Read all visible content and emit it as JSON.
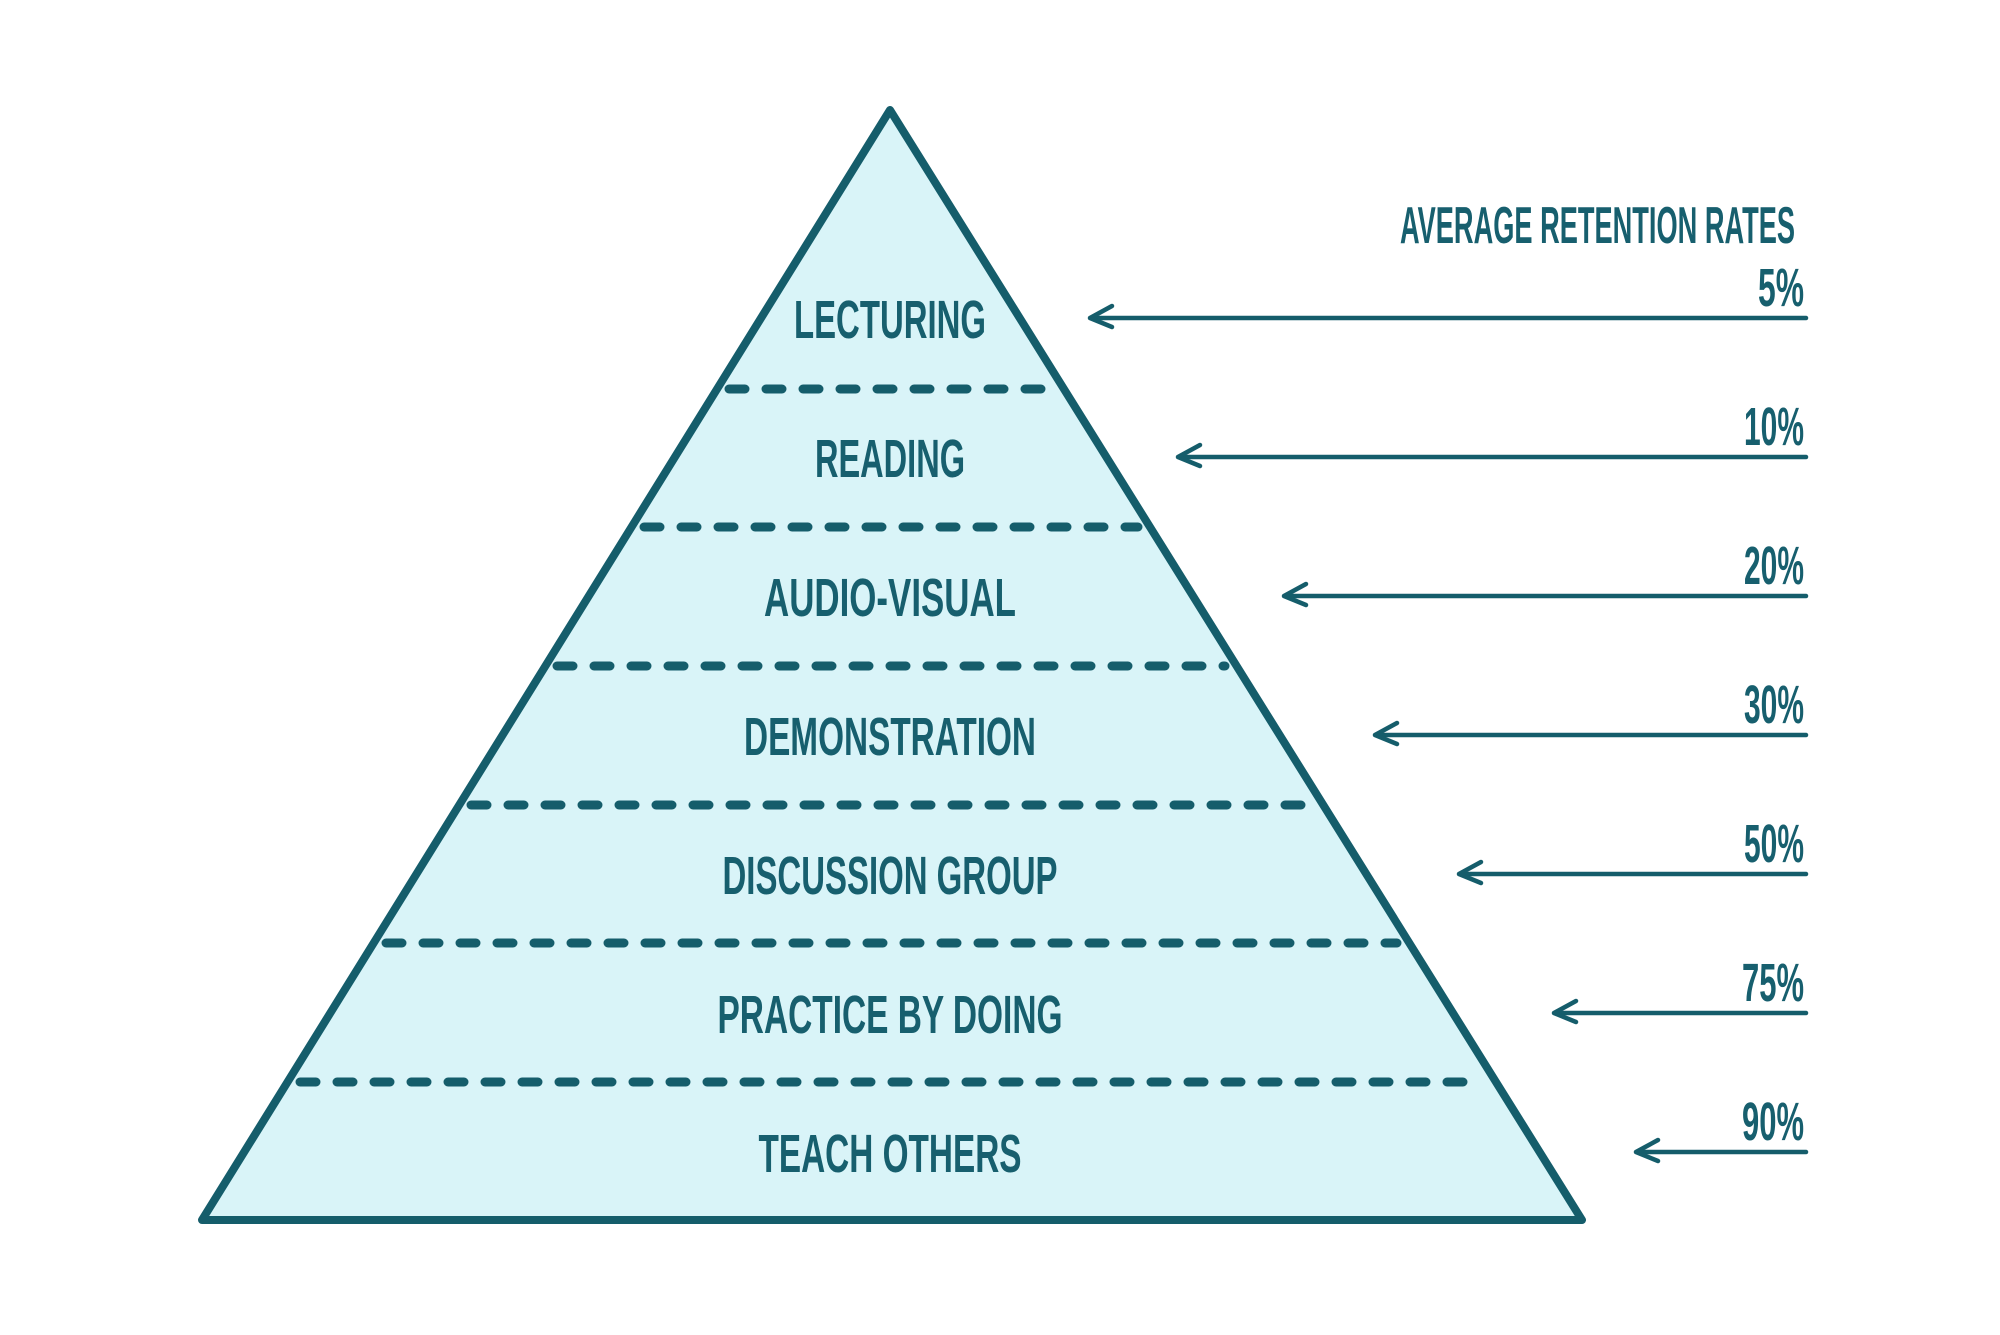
{
  "title": "AVERAGE RETENTION RATES",
  "levels": [
    {
      "label": "LECTURING",
      "rate": "5%"
    },
    {
      "label": "READING",
      "rate": "10%"
    },
    {
      "label": "AUDIO-VISUAL",
      "rate": "20%"
    },
    {
      "label": "DEMONSTRATION",
      "rate": "30%"
    },
    {
      "label": "DISCUSSION GROUP",
      "rate": "50%"
    },
    {
      "label": "PRACTICE BY DOING",
      "rate": "75%"
    },
    {
      "label": "TEACH OTHERS",
      "rate": "90%"
    }
  ],
  "colors": {
    "ink": "#155D6B",
    "text": "#175F6E",
    "pyramid_fill": "#D9F4F8",
    "background": "#FFFFFF"
  }
}
